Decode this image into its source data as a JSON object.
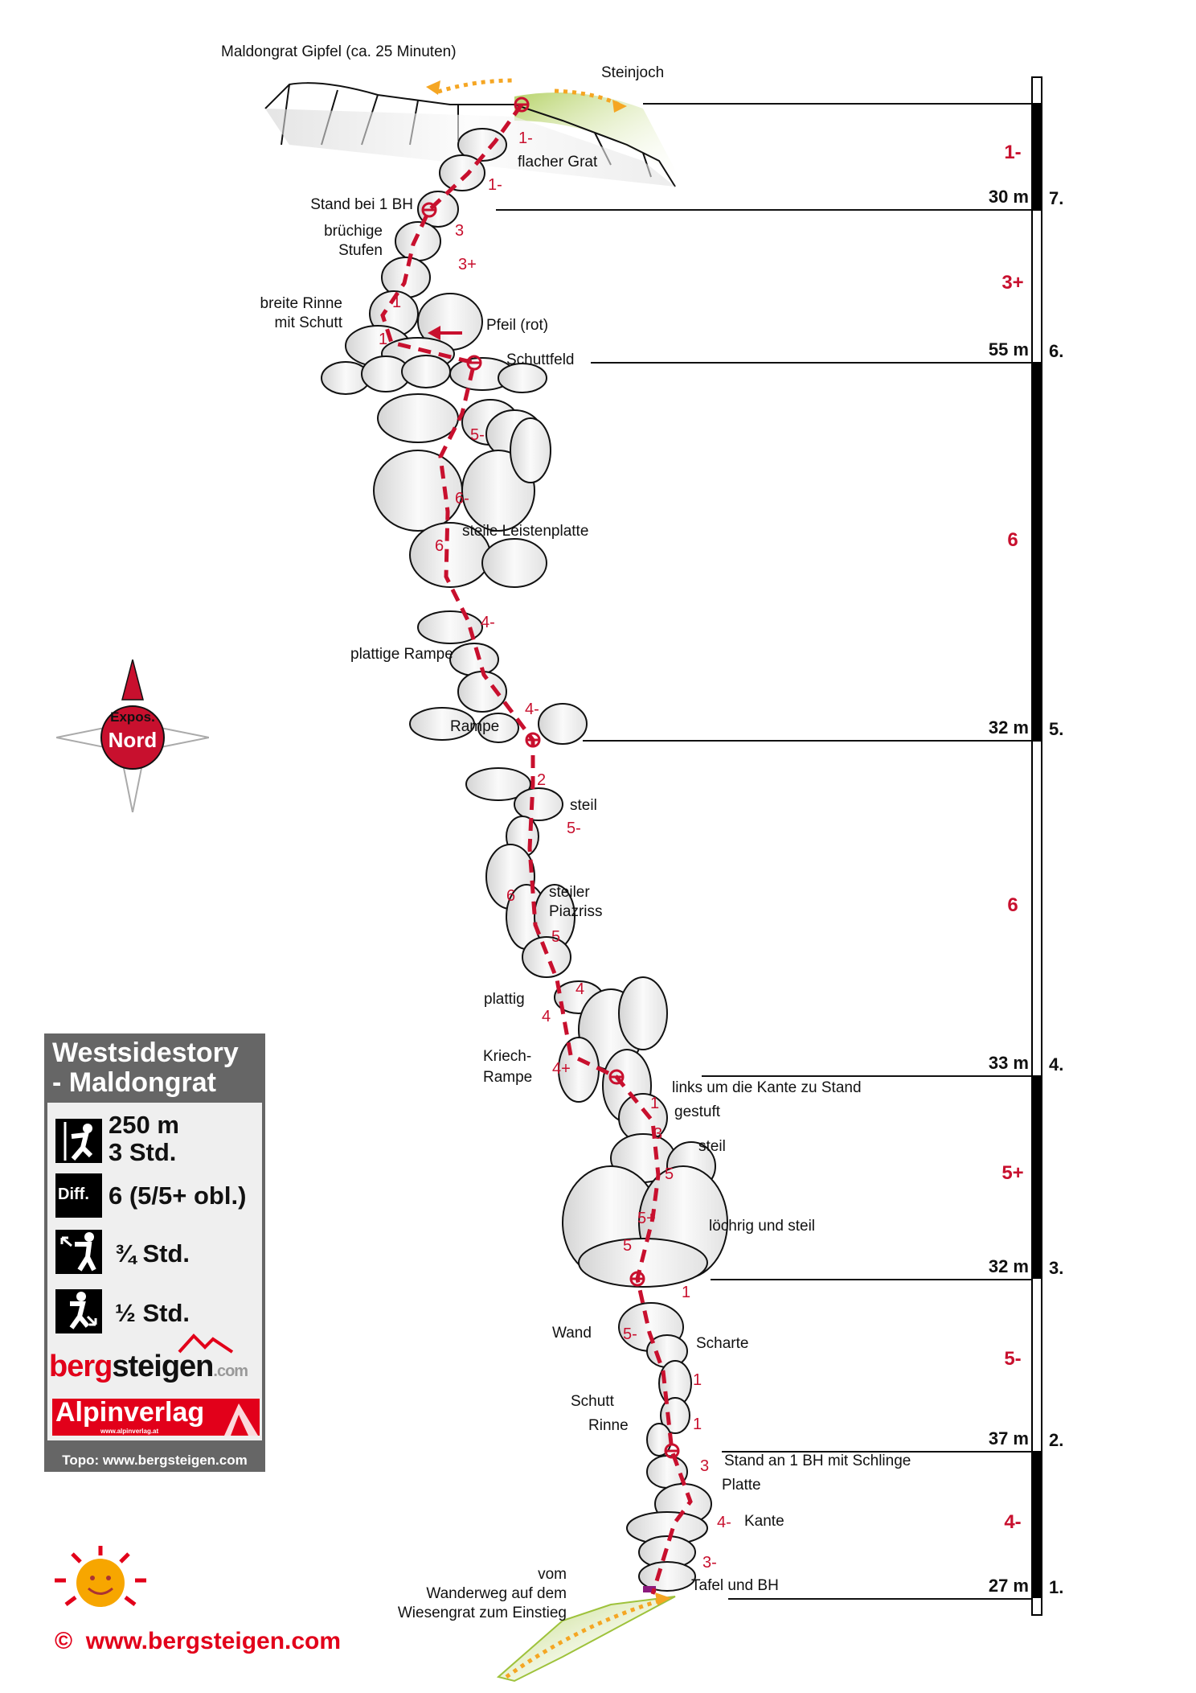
{
  "info": {
    "title_line1": "Westsidestory",
    "title_line2": "- Maldongrat",
    "length": "250 m",
    "time": "3 Std.",
    "diff_label": "Diff.",
    "difficulty": "6 (5/5+ obl.)",
    "approach": "¾ Std.",
    "descent": "½ Std.",
    "logo_berg": "berg",
    "logo_steigen": "steigen",
    "logo_com": ".com",
    "alpinverlag": "Alpinverlag",
    "alpinverlag_url": "www.alpinverlag.at",
    "footer": "Topo: www.bergsteigen.com"
  },
  "copyright": "©  www.bergsteigen.com",
  "compass": {
    "line1": "Expos.",
    "line2": "Nord"
  },
  "colors": {
    "route": "#c8102e",
    "box": "#666666",
    "meadow": "#9ec23b",
    "path": "#f5a623"
  },
  "pitches": [
    {
      "number": "7.",
      "length": "30 m",
      "grade": "1-"
    },
    {
      "number": "6.",
      "length": "55 m",
      "grade": "3+"
    },
    {
      "number": "5.",
      "length": "32 m",
      "grade": "6"
    },
    {
      "number": "4.",
      "length": "33 m",
      "grade": "6"
    },
    {
      "number": "3.",
      "length": "32 m",
      "grade": "5+"
    },
    {
      "number": "2.",
      "length": "37 m",
      "grade": "5-"
    },
    {
      "number": "1.",
      "length": "27 m",
      "grade": "4-"
    }
  ],
  "labels": {
    "summit": "Maldongrat Gipfel (ca. 25 Minuten)",
    "steinjoch": "Steinjoch",
    "flacher_grat": "flacher Grat",
    "stand_1bh": "Stand bei 1 BH",
    "bruechige": "brüchige",
    "stufen": "Stufen",
    "breite_rinne": "breite Rinne",
    "mit_schutt": "mit Schutt",
    "pfeil": "Pfeil (rot)",
    "schuttfeld": "Schuttfeld",
    "leistenplatte": "steile Leistenplatte",
    "plattige_rampe": "plattige Rampe",
    "rampe": "Rampe",
    "steil1": "steil",
    "steiler": "steiler",
    "piazriss": "Piazriss",
    "plattig": "plattig",
    "kriech": "Kriech-",
    "kriech_rampe": "Rampe",
    "links_kante": "links um die Kante zu Stand",
    "gestuft": "gestuft",
    "steil2": "steil",
    "loechrig": "löchrig und steil",
    "wand": "Wand",
    "scharte": "Scharte",
    "schutt": "Schutt",
    "rinne": "Rinne",
    "stand_schlinge": "Stand an 1 BH mit Schlinge",
    "platte": "Platte",
    "kante": "Kante",
    "tafel": "Tafel und BH",
    "vom": "vom",
    "wanderweg": "Wanderweg auf dem",
    "wiesengrat": "Wiesengrat zum Einstieg"
  },
  "route_grades": [
    "1-",
    "1-",
    "3",
    "3+",
    "1",
    "1",
    "5-",
    "6-",
    "6",
    "4-",
    "4-",
    "2",
    "5-",
    "6",
    "5",
    "4",
    "4",
    "4+",
    "1",
    "3",
    "5",
    "5+",
    "5",
    "1",
    "5-",
    "1",
    "1",
    "3",
    "4-",
    "3-"
  ]
}
